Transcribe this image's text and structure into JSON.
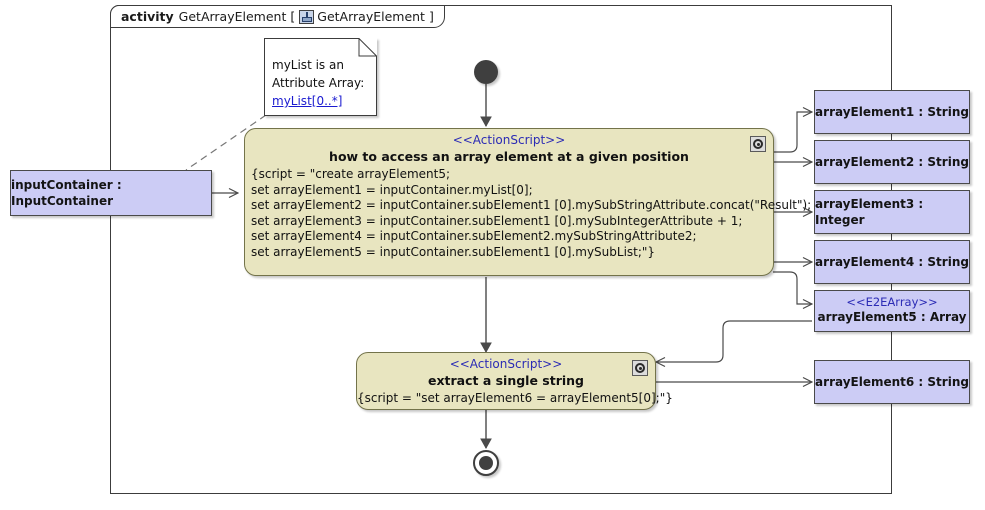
{
  "frame": {
    "keyword": "activity",
    "name": "GetArrayElement",
    "bracket_open": "[",
    "icon": "activity-icon",
    "inner_name": "GetArrayElement",
    "bracket_close": "]"
  },
  "note": {
    "line1": "myList is an",
    "line2": "Attribute Array:",
    "link": "myList[0..*]"
  },
  "input_node": {
    "label": "inputContainer : InputContainer"
  },
  "action1": {
    "stereotype": "<<ActionScript>>",
    "title": "how to access an array element at a given position",
    "icon": "script-gear-icon",
    "script": [
      "{script = \"create arrayElement5;",
      "set arrayElement1 = inputContainer.myList[0];",
      "set arrayElement2 = inputContainer.subElement1 [0].mySubStringAttribute.concat(\"Result\");",
      "set arrayElement3 = inputContainer.subElement1 [0].mySubIntegerAttribute + 1;",
      "set arrayElement4 = inputContainer.subElement2.mySubStringAttribute2;",
      "set arrayElement5 = inputContainer.subElement1 [0].mySubList;\"}"
    ]
  },
  "action2": {
    "stereotype": "<<ActionScript>>",
    "title": "extract a single string",
    "icon": "script-gear-icon",
    "script": [
      "{script = \"set arrayElement6 = arrayElement5[0];\"}"
    ]
  },
  "outputs": [
    {
      "name": "arrayElement1 : String",
      "stereotype": ""
    },
    {
      "name": "arrayElement2 : String",
      "stereotype": ""
    },
    {
      "name": "arrayElement3 : Integer",
      "stereotype": ""
    },
    {
      "name": "arrayElement4 : String",
      "stereotype": ""
    },
    {
      "name": "arrayElement5 : Array",
      "stereotype": "<<E2EArray>>"
    },
    {
      "name": "arrayElement6 : String",
      "stereotype": ""
    }
  ],
  "colors": {
    "object_fill": "#ccccf5",
    "action_fill": "#e8e5c0",
    "action_border": "#73734a",
    "stereotype_text": "#2b2bb5",
    "link_text": "#1a1ad0",
    "node_dark": "#3f3f3f"
  }
}
